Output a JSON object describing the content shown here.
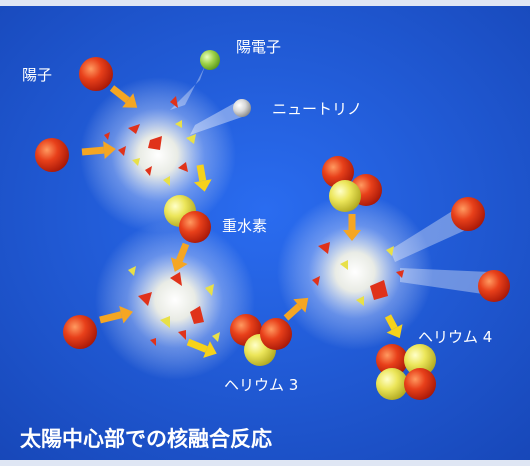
{
  "labels": {
    "proton": "陽子",
    "positron": "陽電子",
    "neutrino": "ニュートリノ",
    "deuterium": "重水素",
    "helium3": "ヘリウム 3",
    "helium4": "ヘリウム 4"
  },
  "caption": "太陽中心部での核融合反応",
  "colors": {
    "background": "#1f5bd6",
    "proton": "#e0321a",
    "neutron": "#e8e048",
    "positron": "#9ed24a",
    "neutrino": "#d8d8d8",
    "arrow": "#f5a623"
  }
}
